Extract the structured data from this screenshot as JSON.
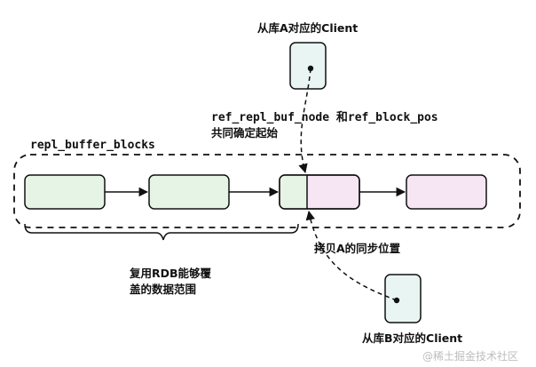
{
  "labels": {
    "client_a": "从库A对应的Client",
    "client_b": "从库B对应的Client",
    "ref_line1": "ref_repl_buf_node 和ref_block_pos",
    "ref_line2": "共同确定起始",
    "container": "repl_buffer_blocks",
    "rdb_line1": "复用RDB能够覆",
    "rdb_line2": "盖的数据范围",
    "copy_a": "拷贝A的同步位置"
  },
  "watermark": "@稀土掘金技术社区",
  "colors": {
    "green_fill": "#e6f4e6",
    "pink_fill": "#f6e6f4",
    "client_fill": "#e8f5f3",
    "stroke": "#111111"
  }
}
